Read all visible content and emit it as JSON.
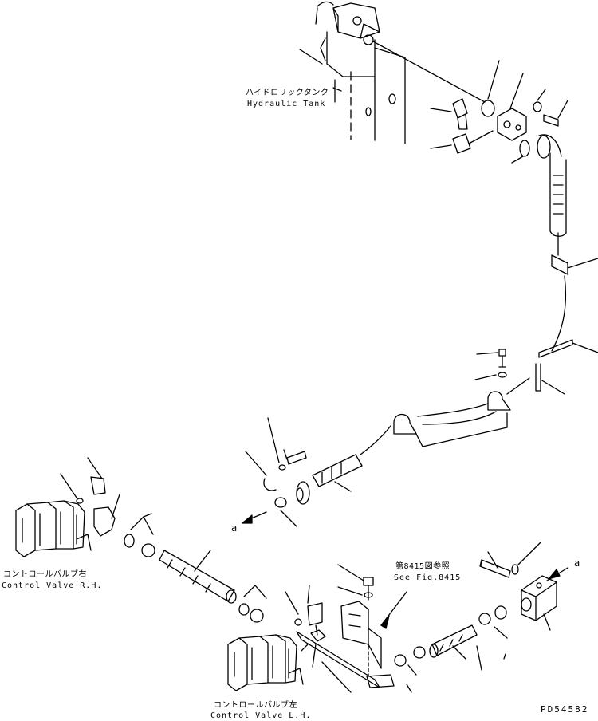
{
  "labels": {
    "hydraulic_tank_jp": "ハイドロリックタンク",
    "hydraulic_tank_en": "Hydraulic Tank",
    "see_fig_jp": "第8415図参照",
    "see_fig_en": "See Fig.8415",
    "control_valve_rh_jp": "コントロールバルブ右",
    "control_valve_rh_en": "Control Valve R.H.",
    "control_valve_lh_jp": "コントロールバルブ左",
    "control_valve_lh_en": "Control Valve L.H.",
    "marker_a_left": "a",
    "marker_a_right": "a",
    "drawing_code": "PD54582"
  }
}
